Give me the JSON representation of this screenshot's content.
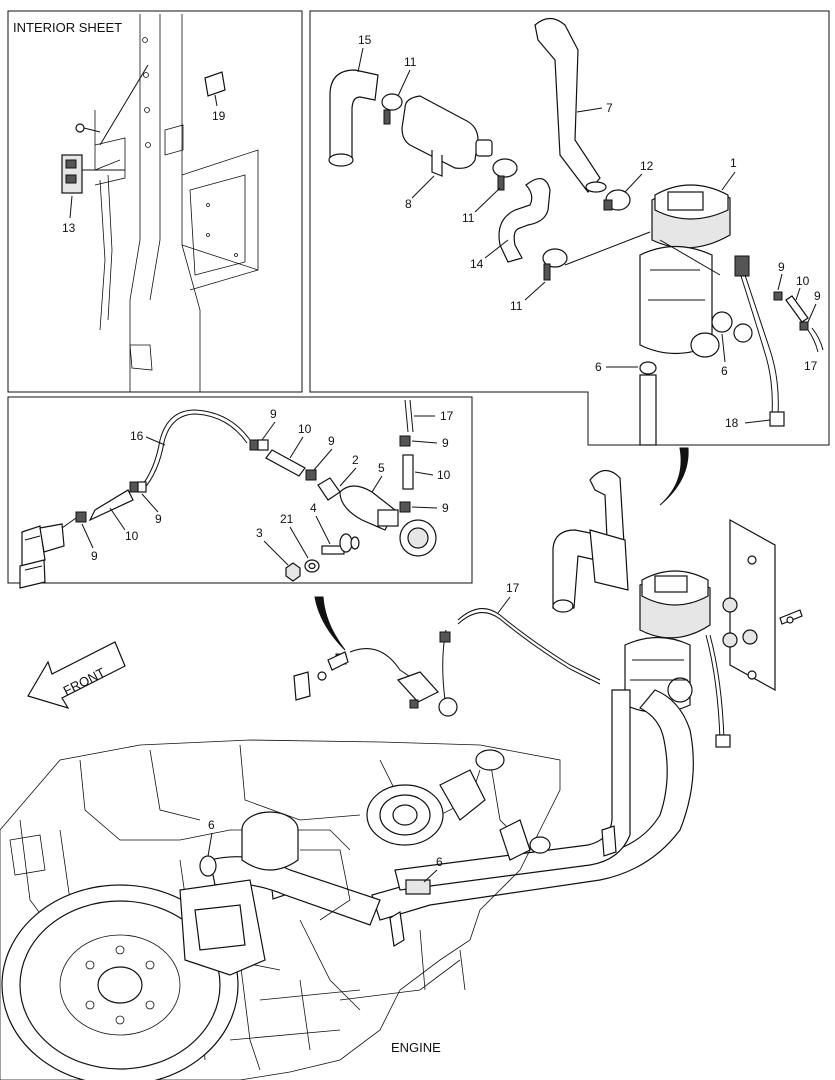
{
  "panels": {
    "interior_sheet": {
      "title": "INTERIOR SHEET"
    },
    "engine": {
      "title": "ENGINE"
    },
    "front_arrow": {
      "label": "FRONT"
    }
  },
  "callouts": {
    "c1": "1",
    "c2": "2",
    "c3": "3",
    "c5": "5",
    "c4": "4",
    "c21": "21",
    "c6a": "6",
    "c6b": "6",
    "c6c": "6",
    "c6d": "6",
    "c7": "7",
    "c8": "8",
    "c9a": "9",
    "c9b": "9",
    "c9c": "9",
    "c9d": "9",
    "c9e": "9",
    "c9f": "9",
    "c9g": "9",
    "c9h": "9",
    "c10a": "10",
    "c10b": "10",
    "c10c": "10",
    "c10d": "10",
    "c11a": "11",
    "c11b": "11",
    "c11c": "11",
    "c12": "12",
    "c13": "13",
    "c14": "14",
    "c15": "15",
    "c16": "16",
    "c17a": "17",
    "c17b": "17",
    "c17c": "17",
    "c18": "18",
    "c19": "19"
  }
}
